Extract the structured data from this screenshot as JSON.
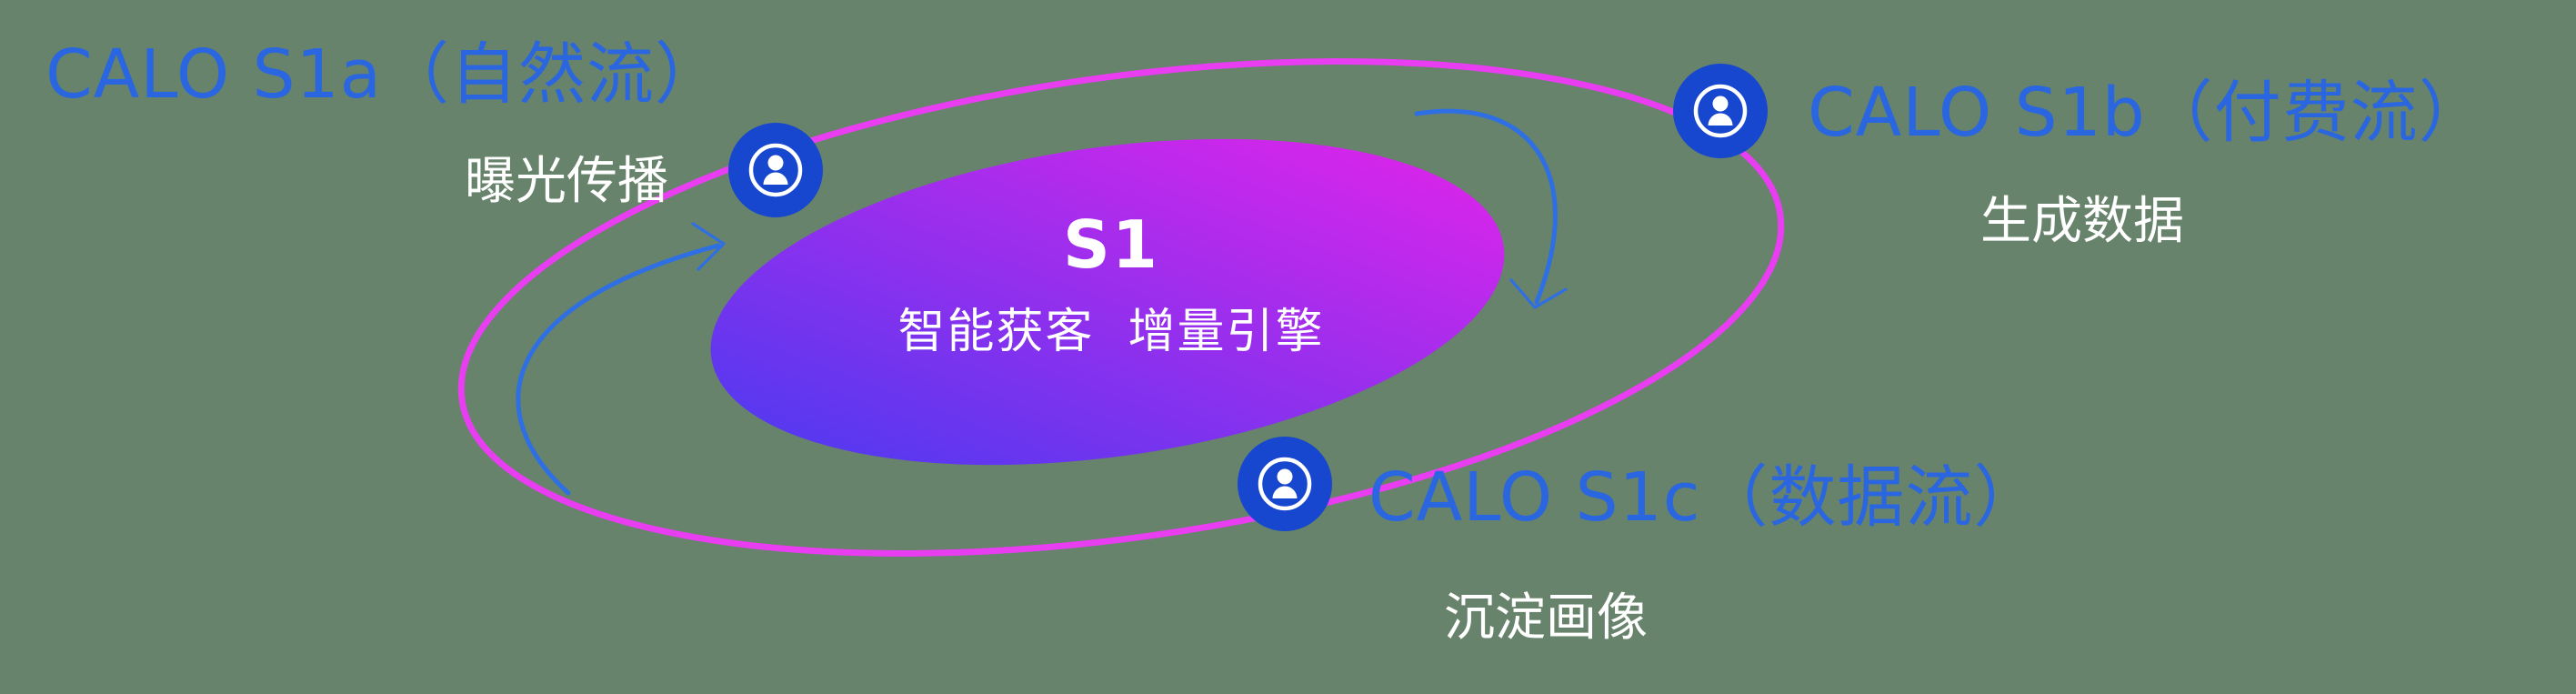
{
  "diagram": {
    "center": {
      "title": "S1",
      "subtitle": "智能获客  增量引擎"
    },
    "nodes": [
      {
        "id": "s1a",
        "label": "CALO S1a（自然流）",
        "sublabel": "曝光传播",
        "icon": "user-circle-icon"
      },
      {
        "id": "s1b",
        "label": "CALO S1b（付费流）",
        "sublabel": "生成数据",
        "icon": "user-circle-icon"
      },
      {
        "id": "s1c",
        "label": "CALO S1c（数据流）",
        "sublabel": "沉淀画像",
        "icon": "user-circle-icon"
      }
    ],
    "arrows": [
      {
        "id": "left-flow-arrow",
        "direction": "up-right"
      },
      {
        "id": "right-flow-arrow",
        "direction": "down-left"
      }
    ]
  },
  "colors": {
    "background": "#67836b",
    "label_blue": "#2a66e0",
    "orbit_pink": "#e93df2",
    "node_blue": "#1746cf",
    "arrow_blue": "#2f6fe4",
    "gradient_start": "#4a3af0",
    "gradient_end": "#e224ea",
    "text_white": "#ffffff"
  }
}
